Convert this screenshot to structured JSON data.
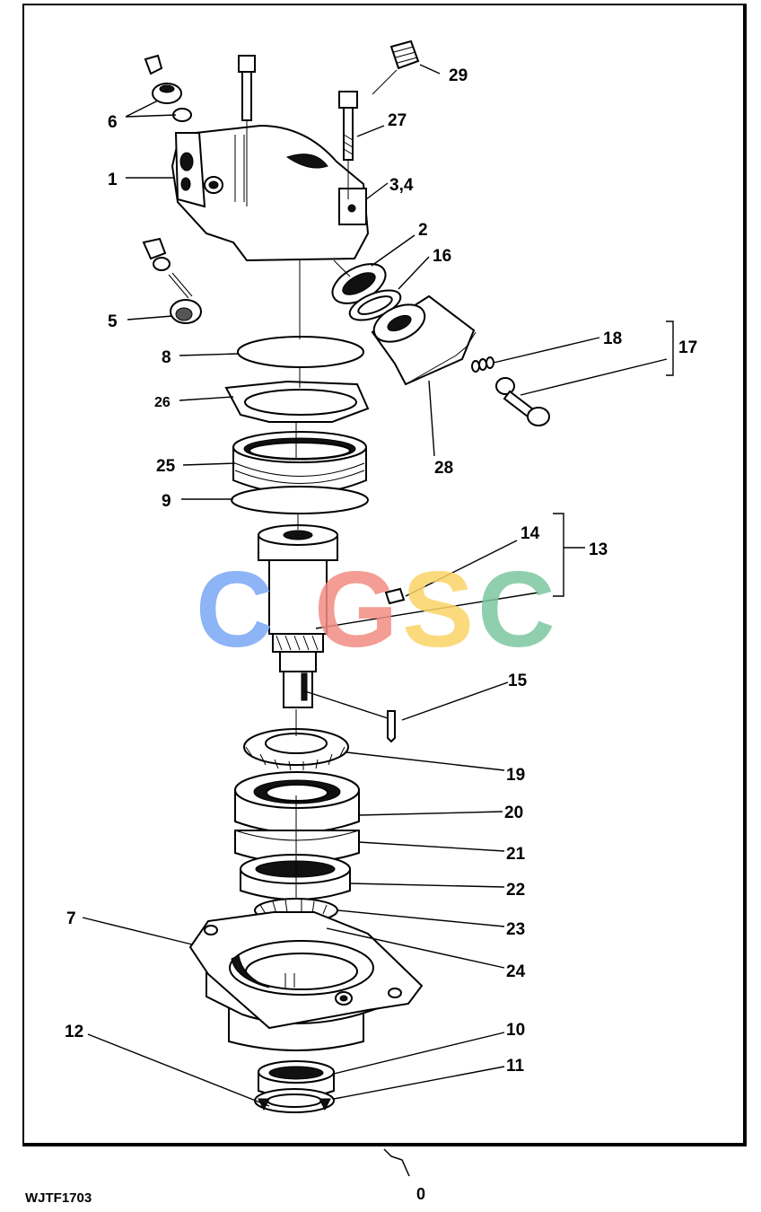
{
  "figure_id": "WJTF1703",
  "page_number": "0",
  "watermark": {
    "letters": [
      "C",
      "G",
      "S",
      "C"
    ],
    "colors": [
      "#7aa7f5",
      "#f28c82",
      "#fbd468",
      "#7dc7a0"
    ]
  },
  "callouts": {
    "c29": "29",
    "c6": "6",
    "c27": "27",
    "c1": "1",
    "c34": "3,4",
    "c2": "2",
    "c16": "16",
    "c5": "5",
    "c18": "18",
    "c17": "17",
    "c8": "8",
    "c26": "26",
    "c25": "25",
    "c28": "28",
    "c9": "9",
    "c14": "14",
    "c13": "13",
    "c15": "15",
    "c19": "19",
    "c20": "20",
    "c21": "21",
    "c22": "22",
    "c7": "7",
    "c23": "23",
    "c24": "24",
    "c10": "10",
    "c12": "12",
    "c11": "11"
  }
}
